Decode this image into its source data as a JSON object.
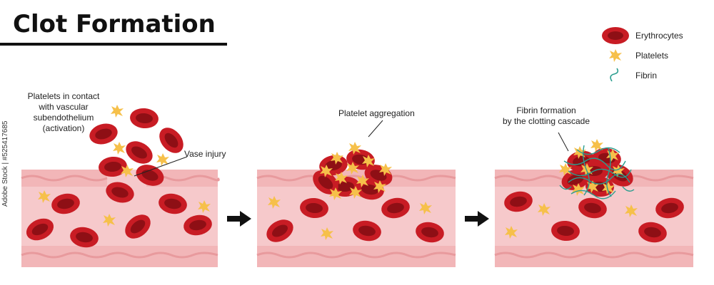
{
  "title": "Clot Formation",
  "stock_id": "Adobe Stock | #525417685",
  "legend": [
    {
      "label": "Erythrocytes",
      "icon": "erythrocyte-icon"
    },
    {
      "label": "Platelets",
      "icon": "platelet-icon"
    },
    {
      "label": "Fibrin",
      "icon": "fibrin-icon"
    }
  ],
  "annotations": {
    "activation": [
      "Platelets in contact",
      "with vascular",
      "subendothelium",
      "(activation)"
    ],
    "injury": "Vase injury",
    "aggregation": "Platelet aggregation",
    "fibrin": [
      "Fibrin formation",
      "by the clotting cascade"
    ]
  },
  "colors": {
    "vessel_wall": "#f2b6b8",
    "vessel_lumen": "#f6c9cb",
    "wall_wave": "#e89a9d",
    "rbc": "#c81c24",
    "rbc_center": "#8e0f15",
    "platelet": "#f6c04a",
    "fibrin": "#2a9d8f",
    "arrow": "#111111"
  }
}
